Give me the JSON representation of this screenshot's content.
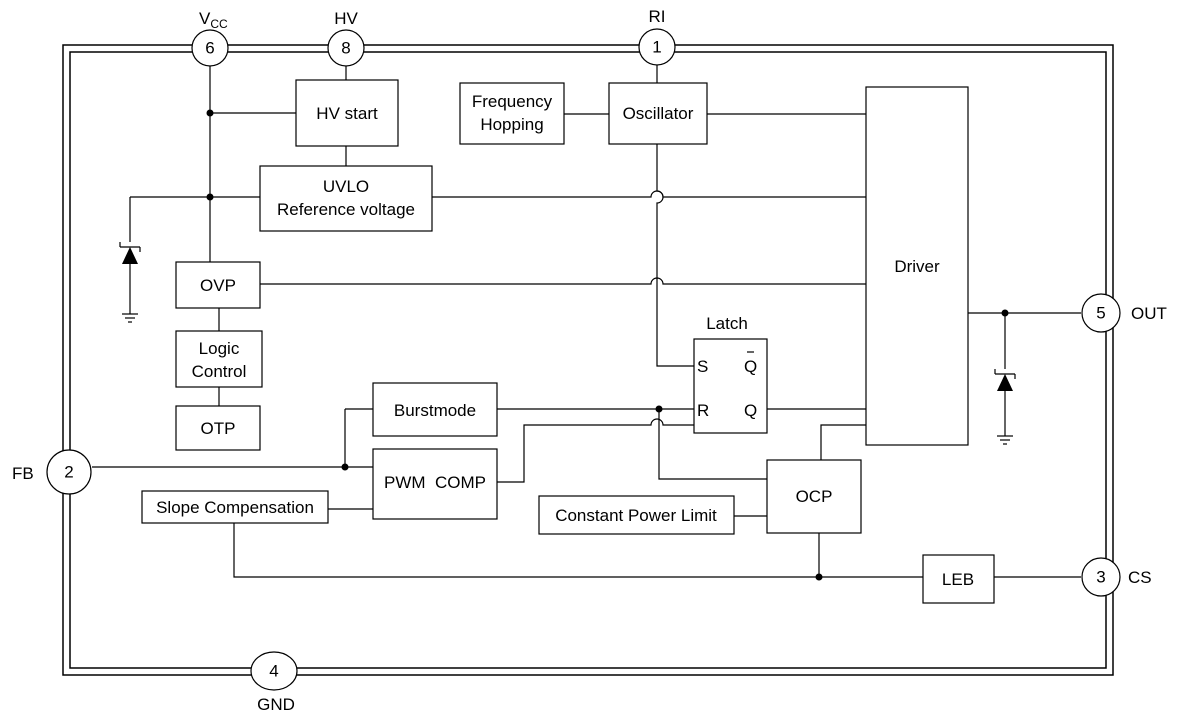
{
  "pins": {
    "vcc": {
      "number": "6",
      "label": "V",
      "label_sub": "CC"
    },
    "hv": {
      "number": "8",
      "label": "HV"
    },
    "ri": {
      "number": "1",
      "label": "RI"
    },
    "out": {
      "number": "5",
      "label": "OUT"
    },
    "fb": {
      "number": "2",
      "label": "FB"
    },
    "cs": {
      "number": "3",
      "label": "CS"
    },
    "gnd": {
      "number": "4",
      "label": "GND"
    }
  },
  "blocks": {
    "hv_start": "HV start",
    "freq_hopping": [
      "Frequency",
      "Hopping"
    ],
    "oscillator": "Oscillator",
    "uvlo": [
      "UVLO",
      "Reference voltage"
    ],
    "driver": "Driver",
    "ovp": "OVP",
    "logic_control": [
      "Logic",
      "Control"
    ],
    "otp": "OTP",
    "latch": {
      "title": "Latch",
      "s": "S",
      "r": "R",
      "q": "Q",
      "qbar": "Q"
    },
    "burstmode": "Burstmode",
    "pwm_comp": "PWM  COMP",
    "slope_comp": "Slope Compensation",
    "constant_power": "Constant Power Limit",
    "ocp": "OCP",
    "leb": "LEB"
  }
}
